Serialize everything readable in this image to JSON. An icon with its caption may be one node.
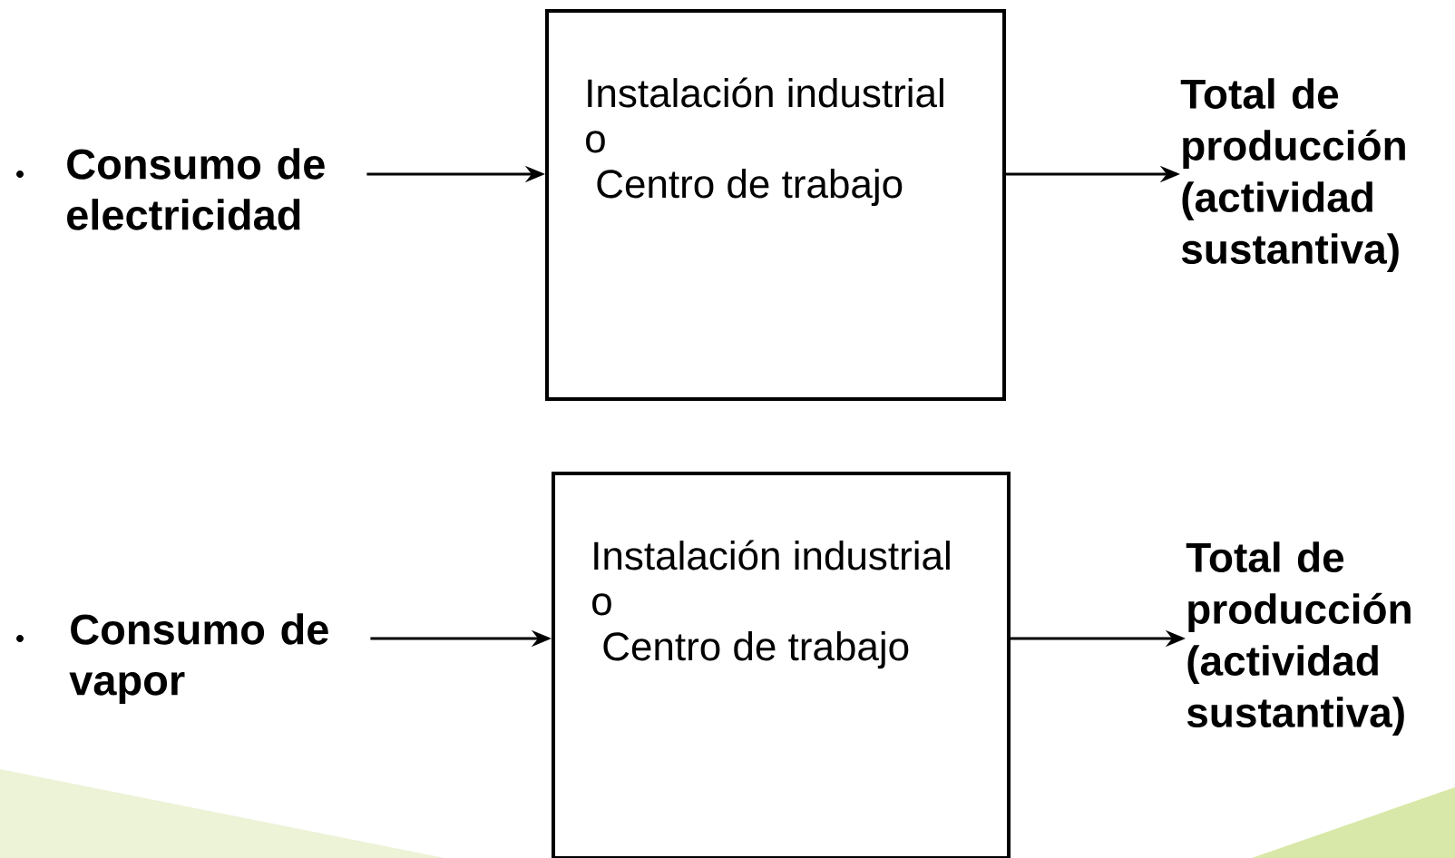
{
  "diagram": {
    "nodes": [
      {
        "text": [
          "Consumo de electricidad"
        ]
      },
      {
        "text": [
          "Instalación industrial",
          "o",
          "Centro de trabajo"
        ]
      },
      {
        "text": [
          "Total de producción (actividad sustantiva)"
        ]
      },
      {
        "text": [
          "Consumo de vapor"
        ]
      },
      {
        "text": [
          "Instalación industrial",
          "o",
          "Centro de trabajo"
        ]
      },
      {
        "text": [
          "Total de producción (actividad sustantiva)"
        ]
      }
    ],
    "edges": [
      {
        "from": 0,
        "to": 1,
        "arrow": "to"
      },
      {
        "from": 1,
        "to": 2,
        "arrow": "to"
      },
      {
        "from": 3,
        "to": 4,
        "arrow": "to"
      },
      {
        "from": 4,
        "to": 5,
        "arrow": "to"
      }
    ]
  }
}
